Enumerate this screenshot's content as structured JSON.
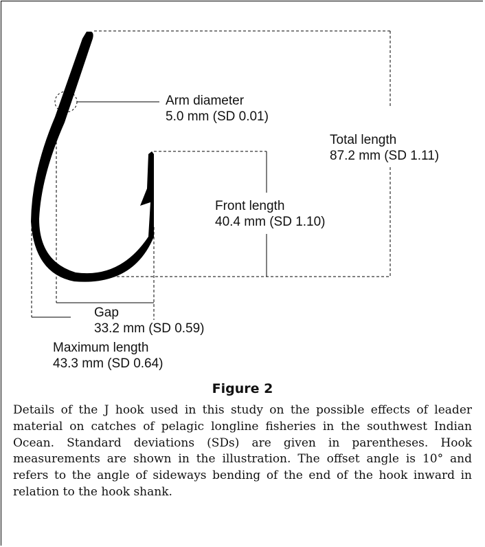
{
  "labels": {
    "arm_diameter": {
      "title": "Arm diameter",
      "value": "5.0 mm (SD 0.01)"
    },
    "total_length": {
      "title": "Total length",
      "value": "87.2 mm (SD 1.11)"
    },
    "front_length": {
      "title": "Front length",
      "value": "40.4 mm (SD 1.10)"
    },
    "gap": {
      "title": "Gap",
      "value": "33.2 mm (SD 0.59)"
    },
    "maximum_length": {
      "title": "Maximum length",
      "value": "43.3 mm (SD 0.64)"
    }
  },
  "figure_title": "Figure 2",
  "caption": "Details of the J hook used in this study on the possible effects of leader material on catches of pelagic longline fisheries in the southwest Indian Ocean. Standard deviations (SDs) are given in parentheses. Hook measurements are shown in the illustration. The offset angle is 10° and refers to the angle of sideways bending of the end of the hook inward in relation to the hook shank."
}
